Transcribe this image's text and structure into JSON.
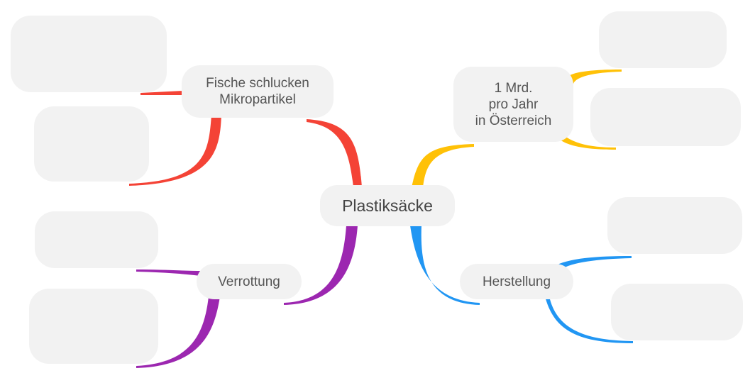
{
  "central": {
    "label": "Plastiksäcke"
  },
  "branches": [
    {
      "key": "fish",
      "label": "Fische schlucken\nMikropartikel",
      "color": "#f44336"
    },
    {
      "key": "amount",
      "label": "1 Mrd.\npro Jahr\nin Österreich",
      "color": "#ffc107"
    },
    {
      "key": "decay",
      "label": "Verrottung",
      "color": "#9c27b0"
    },
    {
      "key": "production",
      "label": "Herstellung",
      "color": "#2196f3"
    }
  ],
  "empty_nodes": [
    {
      "branch": "fish",
      "label": ""
    },
    {
      "branch": "fish",
      "label": ""
    },
    {
      "branch": "amount",
      "label": ""
    },
    {
      "branch": "amount",
      "label": ""
    },
    {
      "branch": "decay",
      "label": ""
    },
    {
      "branch": "decay",
      "label": ""
    },
    {
      "branch": "production",
      "label": ""
    },
    {
      "branch": "production",
      "label": ""
    }
  ]
}
